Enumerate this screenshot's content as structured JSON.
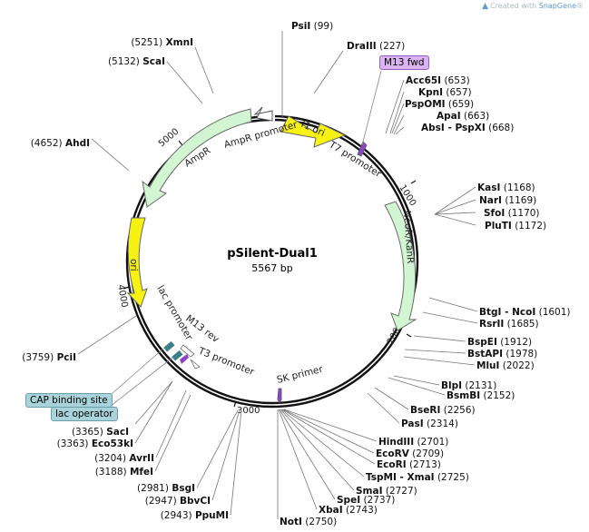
{
  "credit": {
    "prefix": "Created with ",
    "brand": "SnapGene",
    "mark": "®"
  },
  "plasmid": {
    "name": "pSilent-Dual1",
    "length": "5567 bp"
  },
  "ticks": [
    "1000",
    "2000",
    "3000",
    "4000",
    "5000"
  ],
  "features": {
    "f1_ori": "f1 ori",
    "t7_promoter": "T7 promoter",
    "ampr_promoter": "AmpR promoter",
    "ampr": "AmpR",
    "neor": "NeoR/KanR",
    "ori": "ori",
    "lac_promoter": "lac promoter",
    "m13_rev": "M13 rev",
    "t3_promoter": "T3 promoter",
    "sk_primer": "SK primer",
    "m13_fwd": "M13 fwd",
    "cap_site": "CAP binding site",
    "lac_operator": "lac operator"
  },
  "sites": [
    {
      "name": "PsiI",
      "pos": "(99)"
    },
    {
      "name": "DraIII",
      "pos": "(227)"
    },
    {
      "name": "Acc65I",
      "pos": "(653)"
    },
    {
      "name": "KpnI",
      "pos": "(657)"
    },
    {
      "name": "PspOMI",
      "pos": "(659)"
    },
    {
      "name": "ApaI",
      "pos": "(663)"
    },
    {
      "name": "AbsI - PspXI",
      "pos": "(668)"
    },
    {
      "name": "KasI",
      "pos": "(1168)"
    },
    {
      "name": "NarI",
      "pos": "(1169)"
    },
    {
      "name": "SfoI",
      "pos": "(1170)"
    },
    {
      "name": "PluTI",
      "pos": "(1172)"
    },
    {
      "name": "BtgI - NcoI",
      "pos": "(1601)"
    },
    {
      "name": "RsrII",
      "pos": "(1685)"
    },
    {
      "name": "BspEI",
      "pos": "(1912)"
    },
    {
      "name": "BstAPI",
      "pos": "(1978)"
    },
    {
      "name": "MluI",
      "pos": "(2022)"
    },
    {
      "name": "BlpI",
      "pos": "(2131)"
    },
    {
      "name": "BsmBI",
      "pos": "(2152)"
    },
    {
      "name": "BseRI",
      "pos": "(2256)"
    },
    {
      "name": "PasI",
      "pos": "(2314)"
    },
    {
      "name": "HindIII",
      "pos": "(2701)"
    },
    {
      "name": "EcoRV",
      "pos": "(2709)"
    },
    {
      "name": "EcoRI",
      "pos": "(2713)"
    },
    {
      "name": "TspMI - XmaI",
      "pos": "(2725)"
    },
    {
      "name": "SmaI",
      "pos": "(2727)"
    },
    {
      "name": "SpeI",
      "pos": "(2737)"
    },
    {
      "name": "XbaI",
      "pos": "(2743)"
    },
    {
      "name": "NotI",
      "pos": "(2750)"
    },
    {
      "name": "PpuMI",
      "pos": "(2943)"
    },
    {
      "name": "BbvCI",
      "pos": "(2947)"
    },
    {
      "name": "BsgI",
      "pos": "(2981)"
    },
    {
      "name": "MfeI",
      "pos": "(3188)"
    },
    {
      "name": "AvrII",
      "pos": "(3204)"
    },
    {
      "name": "Eco53kI",
      "pos": "(3363)"
    },
    {
      "name": "SacI",
      "pos": "(3365)"
    },
    {
      "name": "PciI",
      "pos": "(3759)"
    },
    {
      "name": "AhdI",
      "pos": "(4652)"
    },
    {
      "name": "ScaI",
      "pos": "(5132)"
    },
    {
      "name": "XmnI",
      "pos": "(5251)"
    }
  ]
}
